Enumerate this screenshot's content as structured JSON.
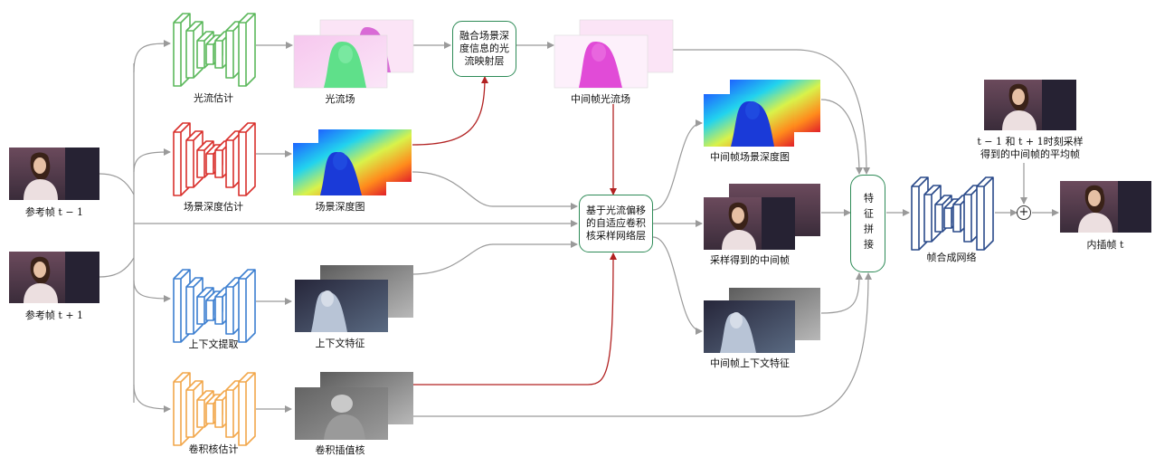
{
  "labels": {
    "ref_prev": "参考帧 t − 1",
    "ref_next": "参考帧 t + 1",
    "flow_est": "光流估计",
    "depth_est": "场景深度估计",
    "context_ext": "上下文提取",
    "kernel_est": "卷积核估计",
    "flow_field": "光流场",
    "depth_map": "场景深度图",
    "context_feat": "上下文特征",
    "kernel": "卷积插值核",
    "mid_flow": "中间帧光流场",
    "mid_depth": "中间帧场景深度图",
    "sampled_mid": "采样得到的中间帧",
    "mid_context": "中间帧上下文特征",
    "synth_net": "帧合成网络",
    "interp_frame": "内插帧  t",
    "avg_line1": "t − 1 和 t + 1时刻采样",
    "avg_line2": "得到的中间帧的平均帧"
  },
  "boxes": {
    "flow_proj_l1": "融合场景深",
    "flow_proj_l2": "度信息的光",
    "flow_proj_l3": "流映射层",
    "sampling_l1": "基于光流偏移",
    "sampling_l2": "的自适应卷积",
    "sampling_l3": "核采样网络层",
    "concat": "特征拼接"
  },
  "symbols": {
    "add": "+"
  },
  "colors": {
    "flow_net": "#5cb85c",
    "depth_net": "#d9302c",
    "context_net": "#3c7fd0",
    "kernel_net": "#f2a74b",
    "synth_net": "#2a4a8a",
    "module_border": "#2e8b57",
    "arrow_gray": "#9a9a9a",
    "arrow_red": "#b22222"
  }
}
